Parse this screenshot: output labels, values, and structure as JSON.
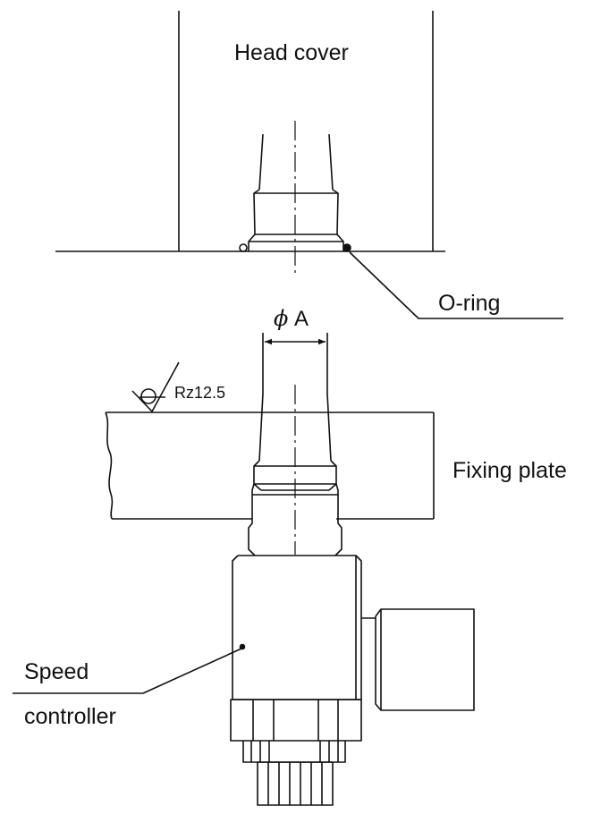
{
  "labels": {
    "head_cover": "Head cover",
    "o_ring": "O-ring",
    "fixing_plate": "Fixing plate",
    "speed_controller_line1": "Speed",
    "speed_controller_line2": "controller",
    "roughness": "Rz12.5",
    "diameter_symbol": "ϕ",
    "diameter": "A"
  },
  "colors": {
    "line": "#111111",
    "background": "#ffffff"
  }
}
